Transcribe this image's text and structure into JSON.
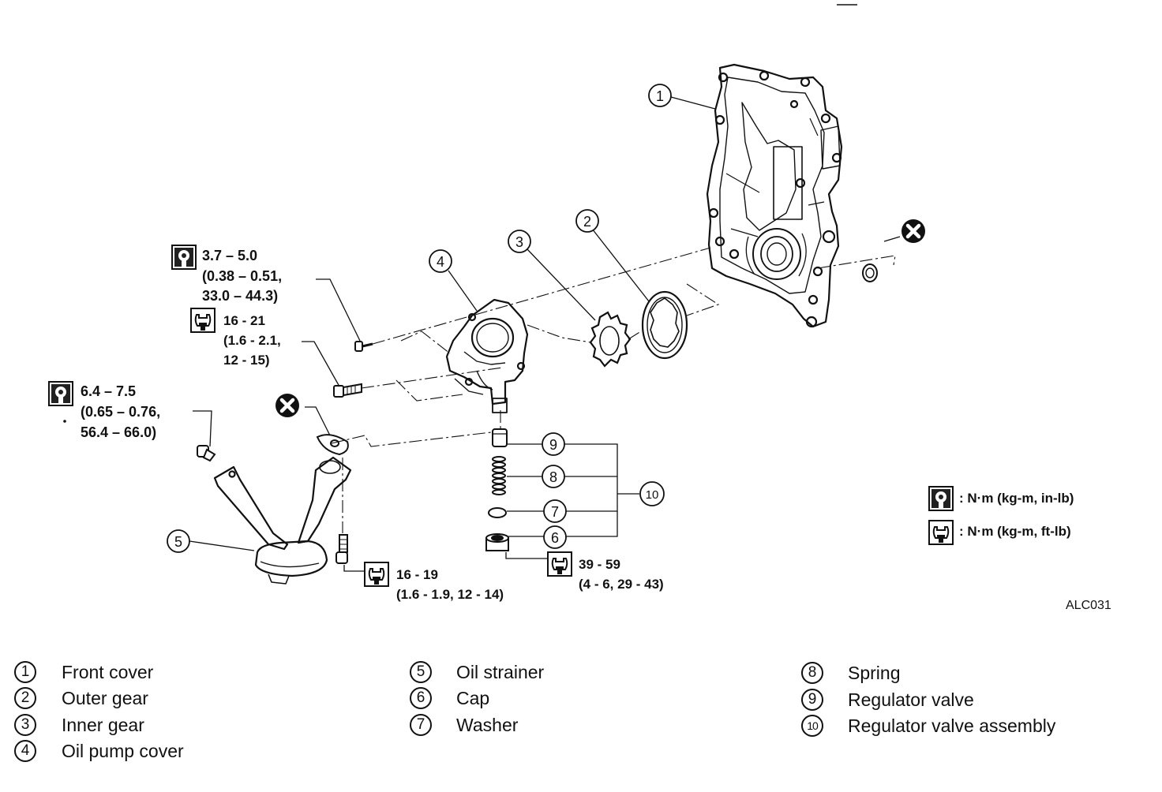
{
  "figure_code": "ALC031",
  "callouts": [
    "1",
    "2",
    "3",
    "4",
    "5",
    "6",
    "7",
    "8",
    "9",
    "10"
  ],
  "torques": {
    "t1": {
      "l1": "3.7 – 5.0",
      "l2": "(0.38 – 0.51,",
      "l3": "33.0 – 44.3)"
    },
    "t2": {
      "l1": "16 - 21",
      "l2": "(1.6 - 2.1,",
      "l3": "12 - 15)"
    },
    "t3": {
      "l1": "6.4 – 7.5",
      "l2": "(0.65 – 0.76,",
      "l3": "56.4 – 66.0)"
    },
    "t4": {
      "l1": "16 - 19",
      "l2": "(1.6 - 1.9, 12 - 14)"
    },
    "t5": {
      "l1": "39 - 59",
      "l2": "(4 - 6, 29 - 43)"
    }
  },
  "key": {
    "inlb": ": N·m (kg-m, in-lb)",
    "ftlb": ": N·m (kg-m, ft-lb)"
  },
  "legend": [
    {
      "num": "1",
      "label": "Front cover"
    },
    {
      "num": "2",
      "label": "Outer gear"
    },
    {
      "num": "3",
      "label": "Inner gear"
    },
    {
      "num": "4",
      "label": "Oil pump cover"
    },
    {
      "num": "5",
      "label": "Oil strainer"
    },
    {
      "num": "6",
      "label": "Cap"
    },
    {
      "num": "7",
      "label": "Washer"
    },
    {
      "num": "8",
      "label": "Spring"
    },
    {
      "num": "9",
      "label": "Regulator valve"
    },
    {
      "num": "10",
      "label": "Regulator valve assembly"
    }
  ],
  "icons": {
    "inlb": "torque-wrench-in-lb-icon",
    "ftlb": "torque-wrench-ft-lb-icon",
    "replace": "do-not-reuse-x-icon"
  }
}
